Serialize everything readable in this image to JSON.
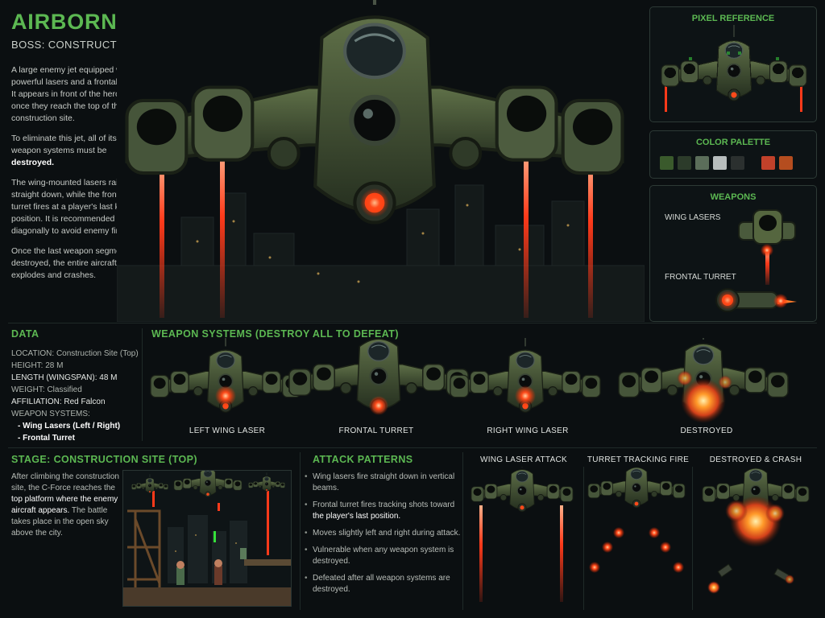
{
  "header": {
    "title": "AIRBORNE LEADER",
    "subtitle": "BOSS: CONSTRUCTION SITE"
  },
  "description": {
    "p1": "A large enemy jet equipped with powerful lasers and a frontal turret. It appears in front of the heroes once they reach the top of the construction site.",
    "p2_text": "To eliminate this jet, all of its weapon systems must be",
    "p2_bold": "destroyed.",
    "p3": "The wing-mounted lasers rain straight down, while the frontal turret fires at a player's last known position. It is recommended to fire diagonally to avoid enemy fire.",
    "p4": "Once the last weapon segment is destroyed, the entire aircraft explodes and crashes."
  },
  "pixel_reference": {
    "title": "PIXEL REFERENCE"
  },
  "color_palette": {
    "title": "COLOR PALETTE",
    "swatches": [
      "#3a5a2c",
      "#2c3b2a",
      "#5b6e5a",
      "#b7bdbd",
      "#2b302f",
      "#c1412a",
      "#b54d1f"
    ]
  },
  "weapons_panel": {
    "title": "WEAPONS",
    "items": [
      "WING LASERS",
      "FRONTAL TURRET"
    ]
  },
  "data": {
    "title": "DATA",
    "location_label": "LOCATION:",
    "location_value": "Construction Site (Top)",
    "height_label": "HEIGHT:",
    "height_value": "28 M",
    "length_label": "LENGTH (WINGSPAN):",
    "length_value": "48 M",
    "weight_label": "WEIGHT:",
    "weight_value": "Classified",
    "affiliation_label": "AFFILIATION:",
    "affiliation_value": "Red Falcon",
    "systems_label": "WEAPON SYSTEMS:",
    "system_1": "- Wing Lasers (Left / Right)",
    "system_2": "- Frontal Turret"
  },
  "weapon_systems": {
    "title": "WEAPON SYSTEMS (DESTROY ALL TO DEFEAT)",
    "captions": [
      "LEFT WING LASER",
      "FRONTAL TURRET",
      "RIGHT WING LASER",
      "DESTROYED"
    ]
  },
  "stage": {
    "title": "STAGE: CONSTRUCTION SITE (TOP)",
    "t1": "After climbing the construction site, the C-Force reaches the",
    "t2": "top platform where the enemy aircraft appears.",
    "t3": "The battle takes place in the open sky above the city."
  },
  "attack_patterns": {
    "title": "ATTACK PATTERNS",
    "i1": "Wing lasers fire straight down in vertical beams.",
    "i2a": "Frontal turret fires tracking shots toward",
    "i2b": "the player's last position.",
    "i3": "Moves slightly left and right during attack.",
    "i4": "Vulnerable when any weapon system is destroyed.",
    "i5": "Defeated after all weapon systems are destroyed."
  },
  "mini_panels": [
    "WING LASER ATTACK",
    "TURRET TRACKING FIRE",
    "DESTROYED & CRASH"
  ],
  "colors": {
    "accent": "#5cb852",
    "laser": "#ff3a1a",
    "hull": "#3c4a33",
    "background": "#0b0f11"
  }
}
